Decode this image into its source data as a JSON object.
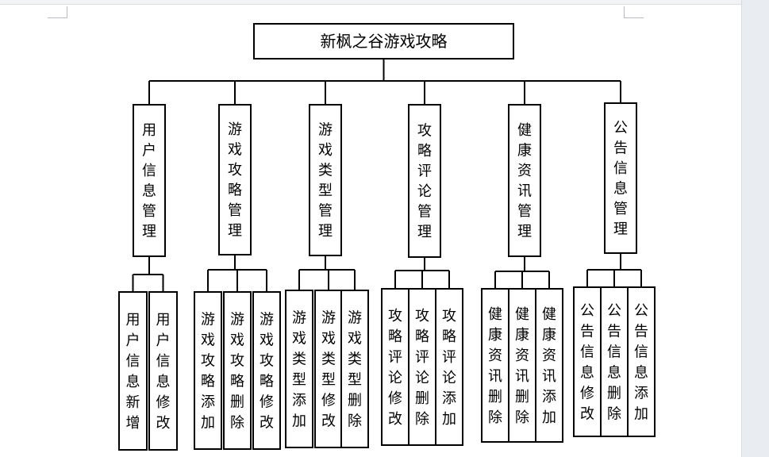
{
  "root": {
    "label": "新枫之谷游戏攻略"
  },
  "modules": [
    {
      "label": "用户信息管理",
      "children": [
        "用户信息新增",
        "用户信息修改"
      ]
    },
    {
      "label": "游戏攻略管理",
      "children": [
        "游戏攻略添加",
        "游戏攻略删除",
        "游戏攻略修改"
      ]
    },
    {
      "label": "游戏类型管理",
      "children": [
        "游戏类型添加",
        "游戏类型修改",
        "游戏类型删除"
      ]
    },
    {
      "label": "攻略评论管理",
      "children": [
        "攻略评论修改",
        "攻略评论删除",
        "攻略评论添加"
      ]
    },
    {
      "label": "健康资讯管理",
      "children": [
        "健康资讯删除",
        "健康资讯删除",
        "健康资讯添加"
      ]
    },
    {
      "label": "公告信息管理",
      "children": [
        "公告信息修改",
        "公告信息删除",
        "公告信息添加"
      ]
    }
  ]
}
